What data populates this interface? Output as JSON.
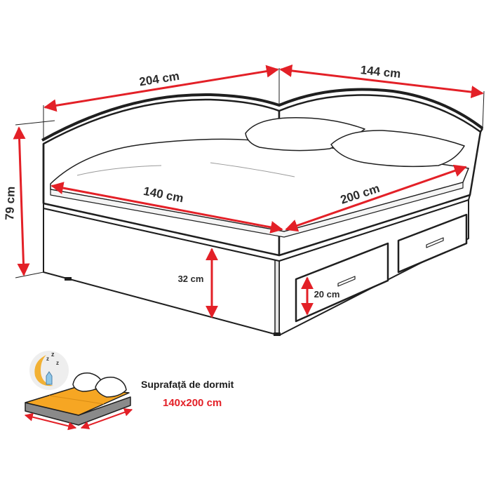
{
  "dimensions": {
    "total_length": "204 cm",
    "total_width": "144 cm",
    "height": "79 cm",
    "mattress_width": "140 cm",
    "mattress_length": "200 cm",
    "base_height": "32 cm",
    "drawer_height": "20 cm"
  },
  "sleeping_surface": {
    "label": "Suprafață de dormit",
    "size": "140x200 cm"
  },
  "colors": {
    "dimension_line": "#e32027",
    "outline": "#1f1f1f",
    "mattress_fill": "#f6a623",
    "moon": "#f2b134",
    "size_text": "#e32027"
  },
  "icons": {
    "sleep": "sleeping-moon-icon",
    "bed": "mini-bed-icon"
  }
}
